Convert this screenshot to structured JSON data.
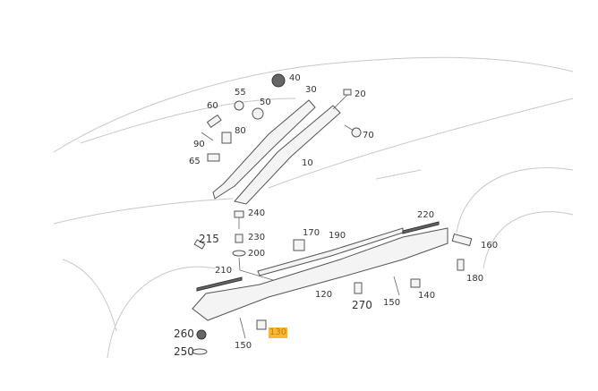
{
  "diagram": {
    "highlighted_part": "130",
    "highlight_color": "#f5b83a",
    "part_labels": {
      "p10": "10",
      "p20": "20",
      "p30": "30",
      "p40": "40",
      "p50": "50",
      "p55": "55",
      "p60": "60",
      "p65": "65",
      "p70": "70",
      "p80": "80",
      "p90": "90",
      "p120": "120",
      "p130": "130",
      "p140": "140",
      "p150a": "150",
      "p150b": "150",
      "p160": "160",
      "p170": "170",
      "p180": "180",
      "p190": "190",
      "p200": "200",
      "p210": "210",
      "p215": "215",
      "p220": "220",
      "p230": "230",
      "p240": "240",
      "p250": "250",
      "p260": "260",
      "p270": "270"
    }
  }
}
